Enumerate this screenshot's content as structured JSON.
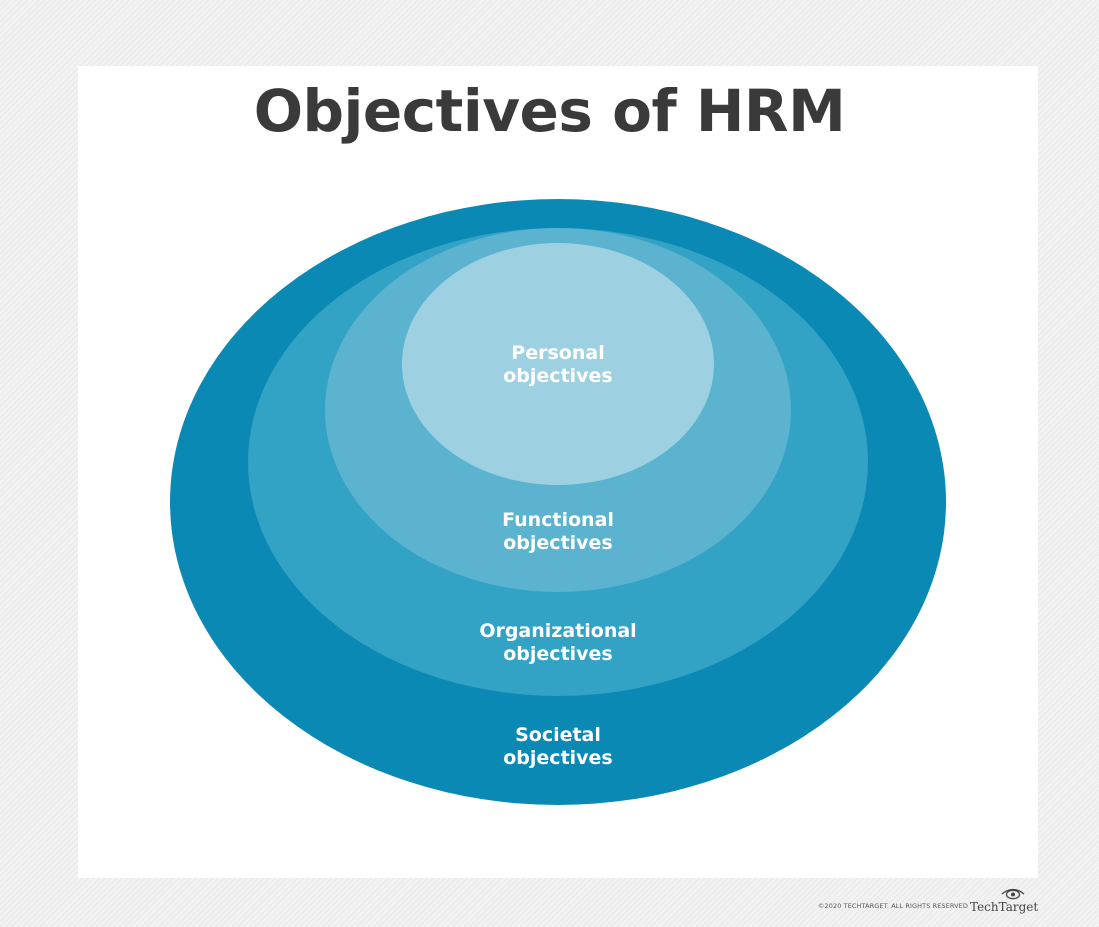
{
  "title": "Objectives of HRM",
  "layers": [
    {
      "line1": "Societal",
      "line2": "objectives",
      "color": "#0a89b5"
    },
    {
      "line1": "Organizational",
      "line2": "objectives",
      "color": "#32a2c5"
    },
    {
      "line1": "Functional",
      "line2": "objectives",
      "color": "#5bb3d0"
    },
    {
      "line1": "Personal",
      "line2": "objectives",
      "color": "#9dd1e1"
    }
  ],
  "footer": {
    "copyright": "©2020 TECHTARGET. ALL RIGHTS RESERVED",
    "brand": "TechTarget"
  }
}
